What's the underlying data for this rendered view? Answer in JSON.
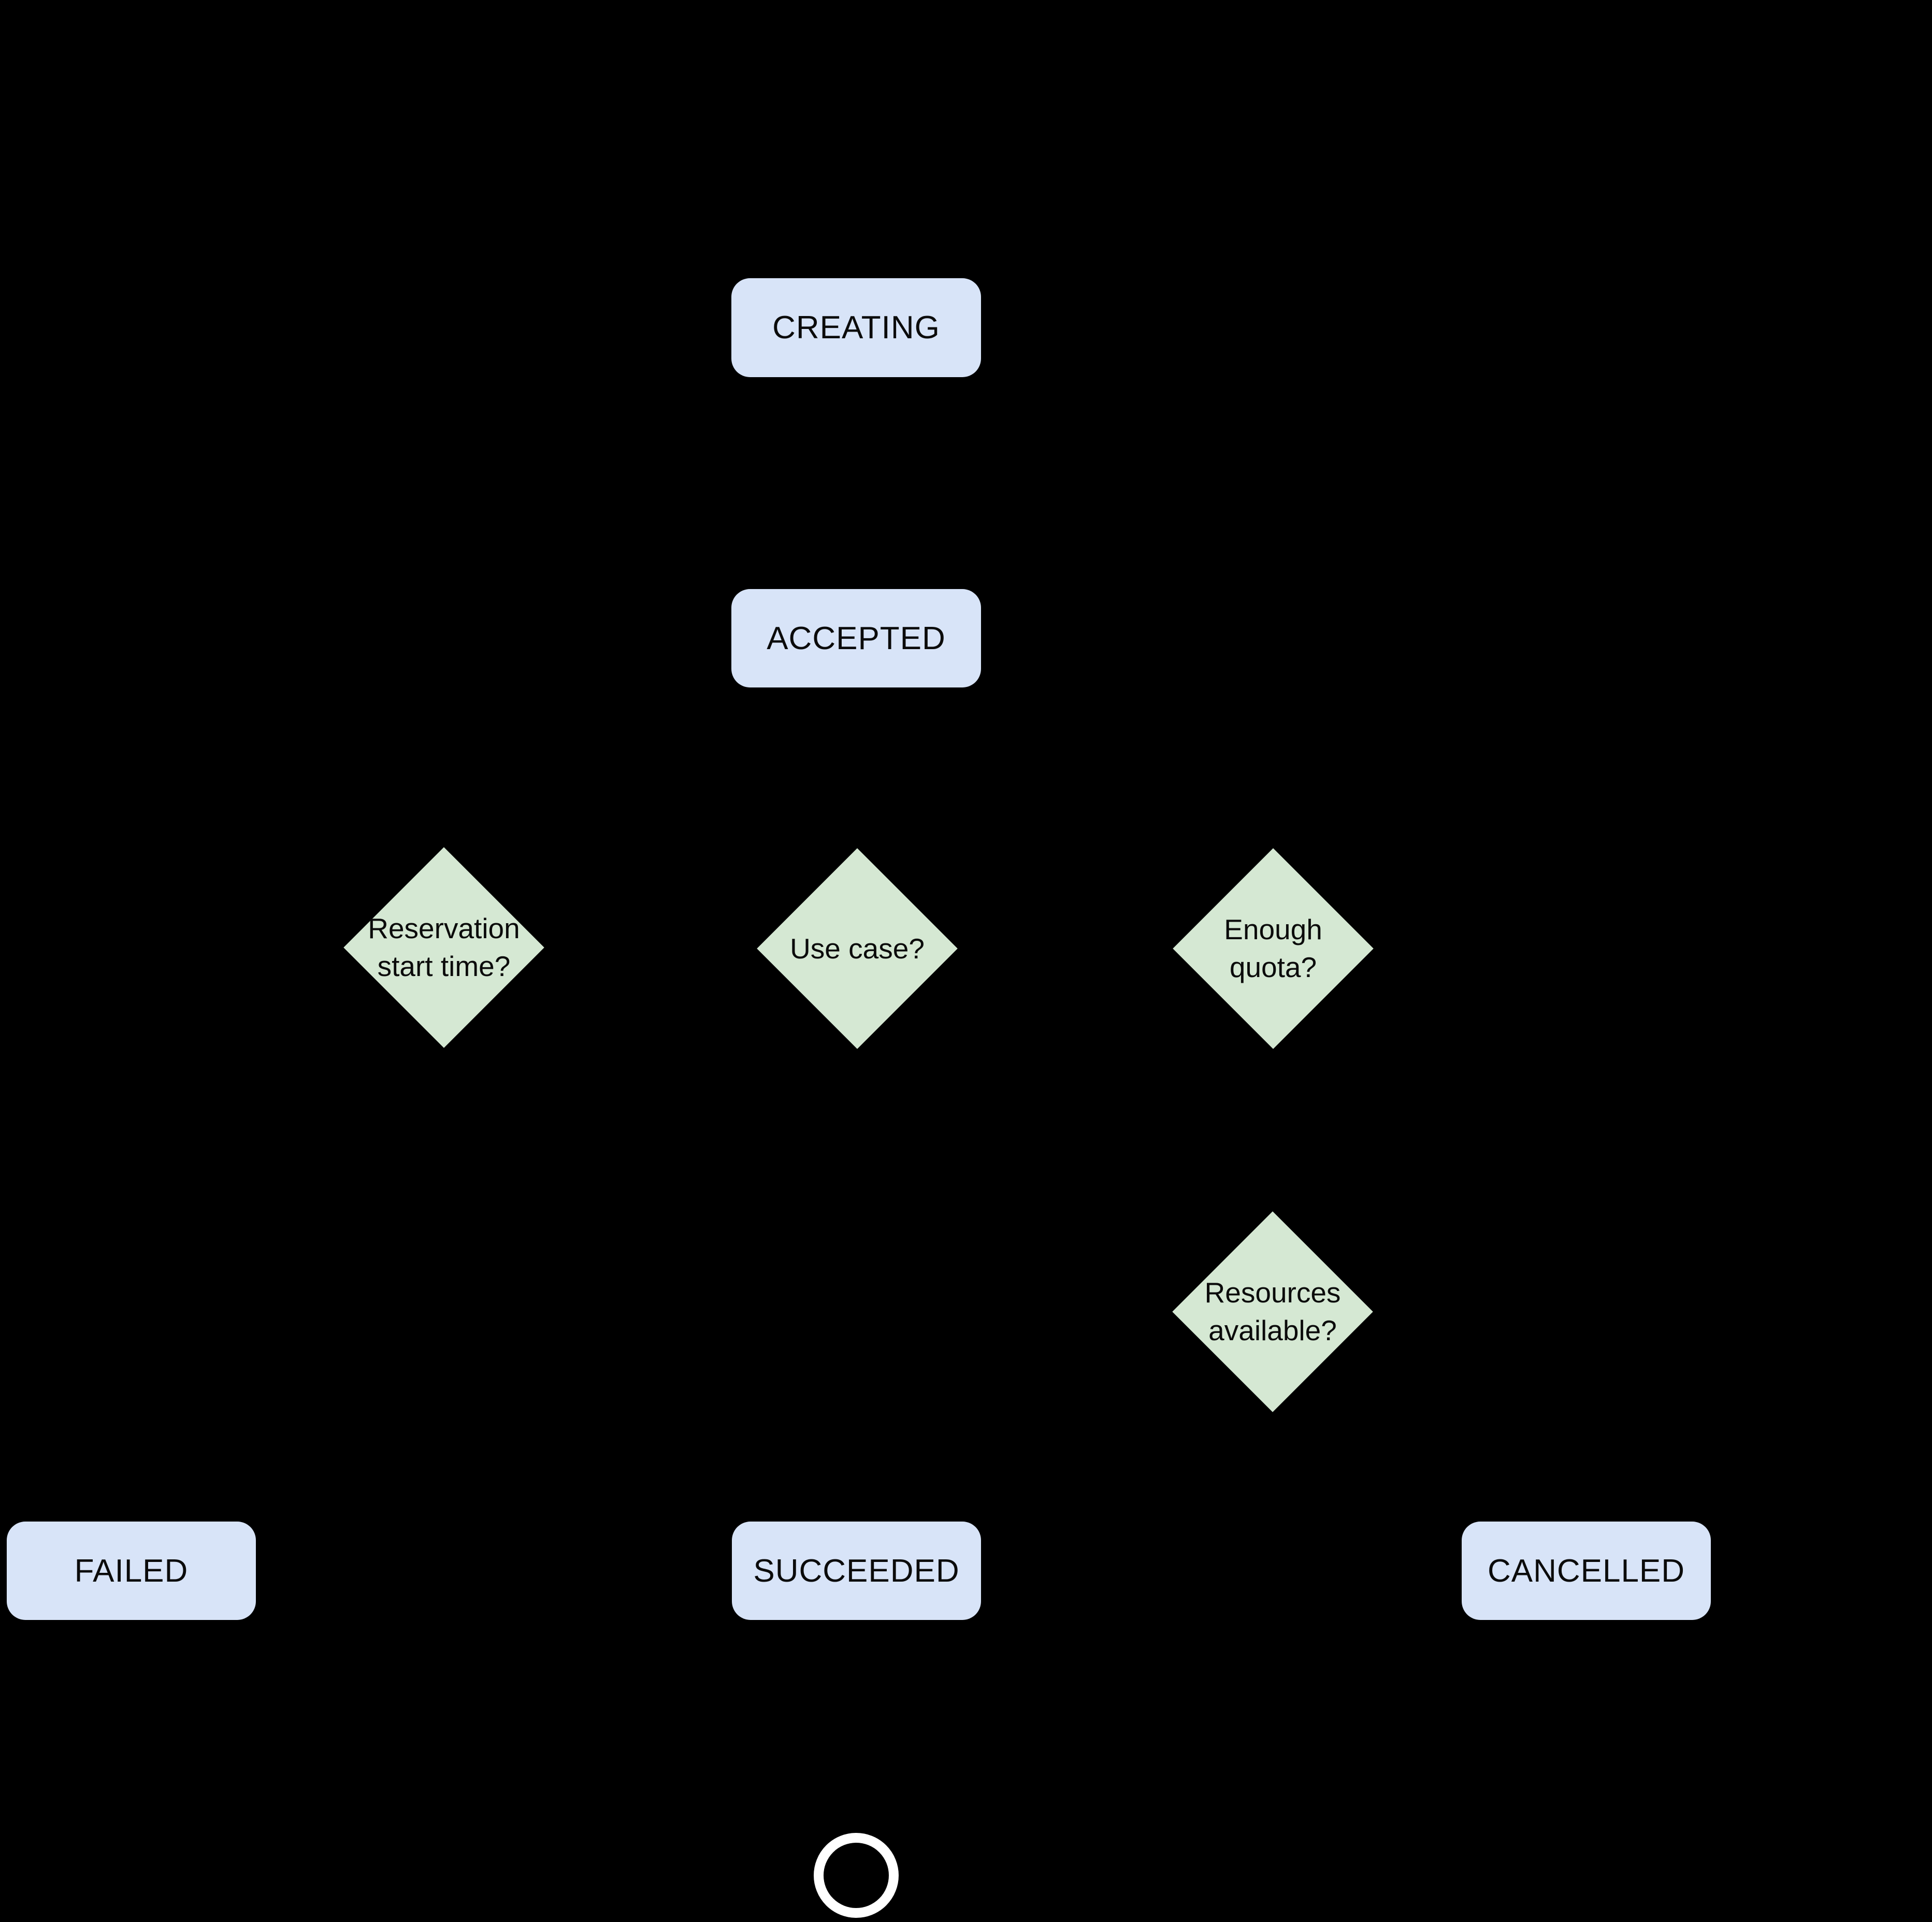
{
  "diagram": {
    "background_color": "#000000",
    "state_fill_color": "#d8e4f8",
    "decision_fill_color": "#d5e8d3",
    "text_color": "#0b0b0b",
    "end_ring_color": "#ffffff",
    "states": {
      "creating": "CREATING",
      "accepted": "ACCEPTED",
      "failed": "FAILED",
      "succeeded": "SUCCEEDED",
      "cancelled": "CANCELLED"
    },
    "decisions": {
      "reservation_start_time": "Reservation\nstart time?",
      "use_case": "Use case?",
      "enough_quota": "Enough\nquota?",
      "resources_available": "Resources\navailable?"
    }
  }
}
